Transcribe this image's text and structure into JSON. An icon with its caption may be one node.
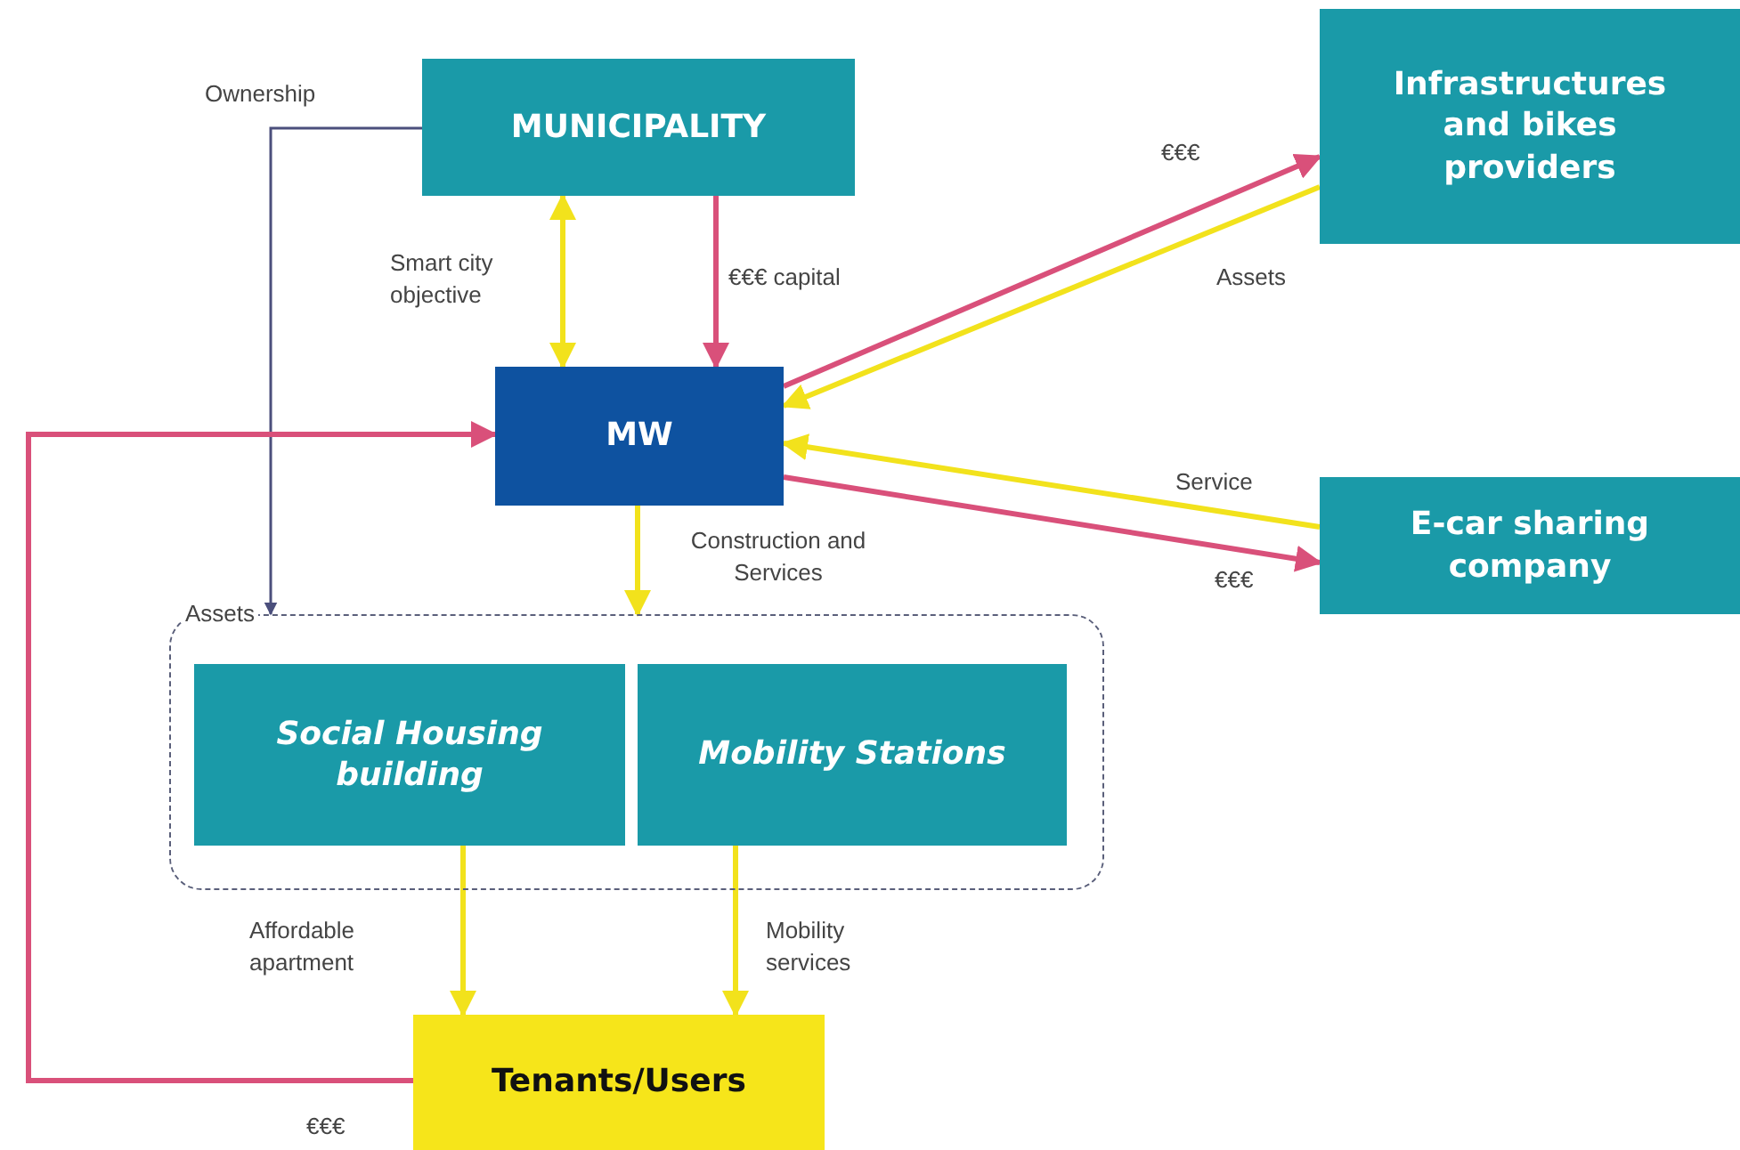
{
  "diagram": {
    "nodes": [
      {
        "text": [
          "MUNICIPALITY"
        ]
      },
      {
        "text": [
          "Infrastructures and bikes providers"
        ]
      },
      {
        "text": [
          "MW"
        ]
      },
      {
        "text": [
          "E-car sharing company"
        ]
      },
      {
        "text": [
          "Assets"
        ]
      },
      {
        "text": [
          "Social Housing building"
        ],
        "in": 4
      },
      {
        "text": [
          "Mobility Stations"
        ],
        "in": 4
      },
      {
        "text": [
          "Tenants/Users"
        ]
      }
    ],
    "edges": [
      {
        "from": 0,
        "to": 2,
        "arrow": "both",
        "label": "Smart city objective"
      },
      {
        "from": 0,
        "to": 2,
        "arrow": "to",
        "label": "€€€ capital",
        "color": "#d9507a"
      },
      {
        "from": 0,
        "to": 4,
        "arrow": "to",
        "label": "Ownership",
        "color": "#4b4f7c"
      },
      {
        "from": 2,
        "to": 1,
        "arrow": "to",
        "label": "€€€",
        "color": "#d9507a"
      },
      {
        "from": 1,
        "to": 2,
        "arrow": "to",
        "label": "Assets"
      },
      {
        "from": 3,
        "to": 2,
        "arrow": "to",
        "label": "Service"
      },
      {
        "from": 2,
        "to": 3,
        "arrow": "to",
        "label": "€€€",
        "color": "#d9507a"
      },
      {
        "from": 2,
        "to": 4,
        "arrow": "to",
        "label": "Construction and Services"
      },
      {
        "from": 5,
        "to": 7,
        "arrow": "to",
        "label": "Affordable apartment"
      },
      {
        "from": 6,
        "to": 7,
        "arrow": "to",
        "label": "Mobility services"
      },
      {
        "from": 7,
        "to": 2,
        "arrow": "to",
        "label": "€€€",
        "color": "#d9507a"
      }
    ]
  }
}
